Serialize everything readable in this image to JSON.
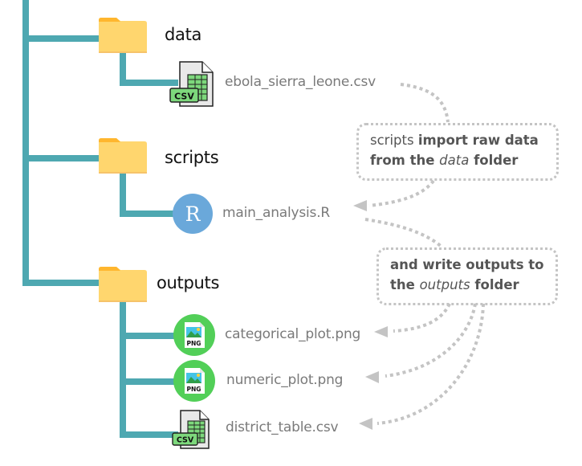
{
  "colors": {
    "tree_line": "#4ea8b1",
    "folder_body": "#ffd66e",
    "folder_tab": "#ffb62e",
    "r_icon": "#6aa8da",
    "png_badge": "#52cf58",
    "csv_green": "#7dd87c",
    "arrow_gray": "#c4c4c4",
    "callout_text": "#555555",
    "file_text": "#7a7a7a"
  },
  "folders": [
    {
      "name": "data",
      "icon": "folder-icon"
    },
    {
      "name": "scripts",
      "icon": "folder-icon"
    },
    {
      "name": "outputs",
      "icon": "folder-icon"
    }
  ],
  "files": {
    "data": [
      {
        "name": "ebola_sierra_leone.csv",
        "icon": "csv-file-icon"
      }
    ],
    "scripts": [
      {
        "name": "main_analysis.R",
        "icon": "r-icon",
        "glyph": "R"
      }
    ],
    "outputs": [
      {
        "name": "categorical_plot.png",
        "icon": "png-image-icon",
        "badge": "PNG"
      },
      {
        "name": "numeric_plot.png",
        "icon": "png-image-icon",
        "badge": "PNG"
      },
      {
        "name": "district_table.csv",
        "icon": "csv-file-icon"
      }
    ]
  },
  "csv_badge": "CSV",
  "callouts": {
    "import": {
      "plain1": "scripts ",
      "bold1": "import raw data",
      "bold2": "from the ",
      "italic": "data",
      "bold3": " folder"
    },
    "write": {
      "bold1": "and write outputs to",
      "bold2": "the ",
      "italic": "outputs",
      "bold3": " folder"
    }
  }
}
